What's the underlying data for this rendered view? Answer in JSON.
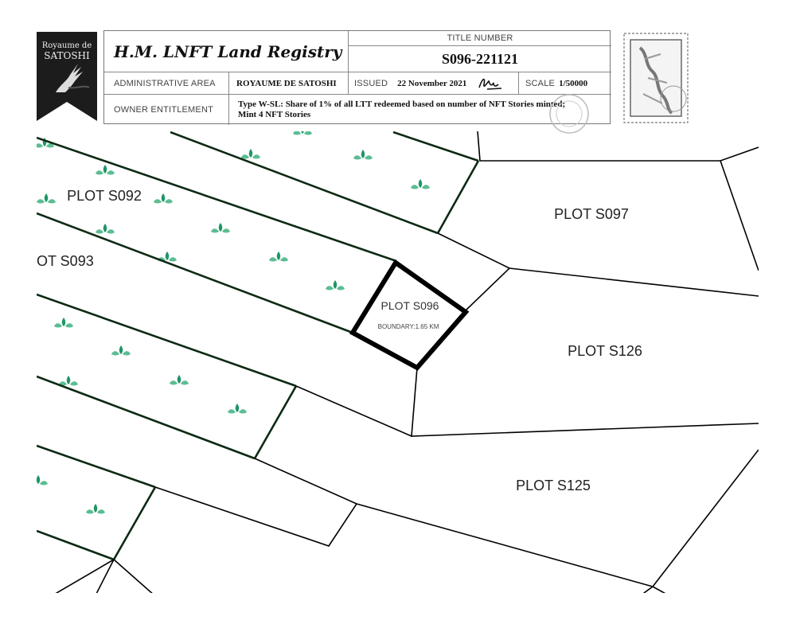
{
  "header": {
    "logo": {
      "line1": "Royaume de",
      "line2": "SATOSHI"
    },
    "registry_title": "H.M. LNFT Land Registry",
    "title_number_label": "TITLE NUMBER",
    "title_number": "S096-221121",
    "admin_area_label": "ADMINISTRATIVE AREA",
    "admin_area": "ROYAUME DE SATOSHI",
    "issued_label": "ISSUED",
    "issued_date": "22 November 2021",
    "scale_label": "SCALE",
    "scale": "1/50000",
    "owner_label": "OWNER ENTITLEMENT",
    "owner_value_line1": "Type W-SL: Share of 1% of all LTT redeemed based on number of NFT Stories minted;",
    "owner_value_line2": "Mint 4 NFT Stories"
  },
  "map": {
    "plots": [
      {
        "id": "S092",
        "label": "PLOT S092"
      },
      {
        "id": "S093",
        "label": "OT S093"
      },
      {
        "id": "S097",
        "label": "PLOT S097"
      },
      {
        "id": "S126",
        "label": "PLOT S126"
      },
      {
        "id": "S125",
        "label": "PLOT S125"
      }
    ],
    "selected": {
      "label": "PLOT S096",
      "boundary": "BOUNDARY:1.65 KM"
    },
    "colors": {
      "plant": "#3aa57a",
      "plant_dark": "#1f9566",
      "strip_line": "#0d2a14",
      "line": "#000000"
    }
  }
}
